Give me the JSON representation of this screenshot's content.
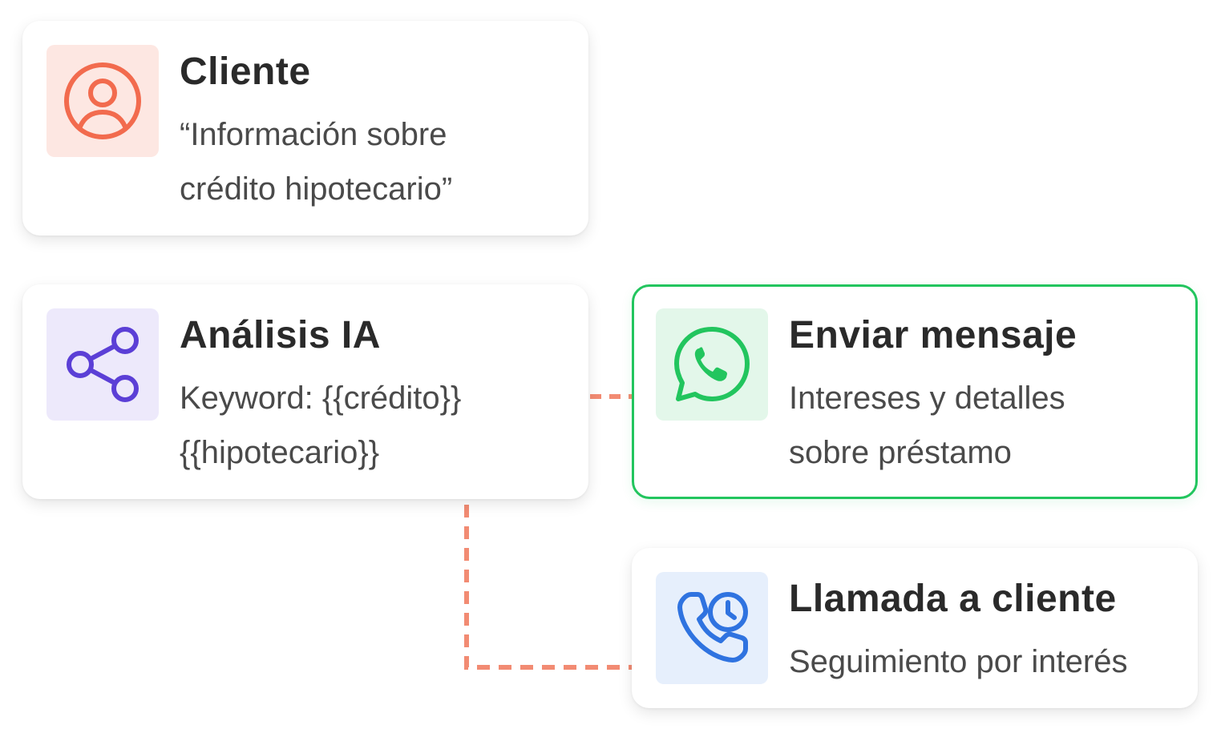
{
  "colors": {
    "connector": "#f28b73",
    "highlight_border": "#22c55e",
    "client_icon": "#f26b4e",
    "client_icon_bg": "#fde7e2",
    "analysis_icon": "#5b3fd6",
    "analysis_icon_bg": "#ede9fb",
    "whatsapp_icon": "#22c55e",
    "whatsapp_icon_bg": "#e3f7ea",
    "call_icon": "#2f73e0",
    "call_icon_bg": "#e6effc"
  },
  "nodes": {
    "cliente": {
      "icon": "user-circle-icon",
      "title": "Cliente",
      "line1": "“Información sobre",
      "line2": "crédito hipotecario”"
    },
    "analisis": {
      "icon": "share-nodes-icon",
      "title": "Análisis IA",
      "line1": "Keyword: {{crédito}}",
      "line2": "{{hipotecario}}"
    },
    "mensaje": {
      "icon": "whatsapp-icon",
      "title": "Enviar mensaje",
      "line1": "Intereses y detalles",
      "line2": "sobre préstamo"
    },
    "llamada": {
      "icon": "phone-clock-icon",
      "title": "Llamada a cliente",
      "line1": "Seguimiento por interés"
    }
  }
}
